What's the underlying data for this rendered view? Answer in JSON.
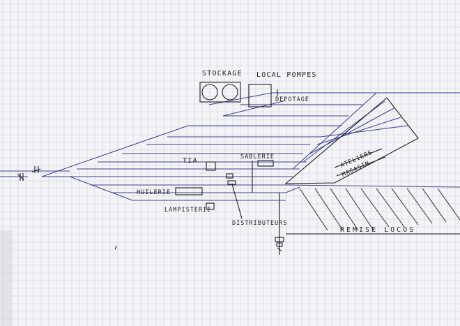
{
  "labels": {
    "stockage": "STOCKAGE",
    "local_pompes": "LOCAL POMPES",
    "depotage": "DEPOTAGE",
    "tia": "TIA",
    "sablerie": "SABLERIE",
    "ateliers": "ATELIERS",
    "magasin": "MAGASIN",
    "huilerie": "HUILERIE",
    "lampisterie": "LAMPISTERIE",
    "distributeurs": "DISTRIBUTEURS",
    "remise_locos": "REMISE LOCOS"
  },
  "colors": {
    "paper": "#f4f4f6",
    "grid": "#c9cbe0",
    "track_ink": "#3b3f8a",
    "pen_ink": "#1e1e26"
  }
}
